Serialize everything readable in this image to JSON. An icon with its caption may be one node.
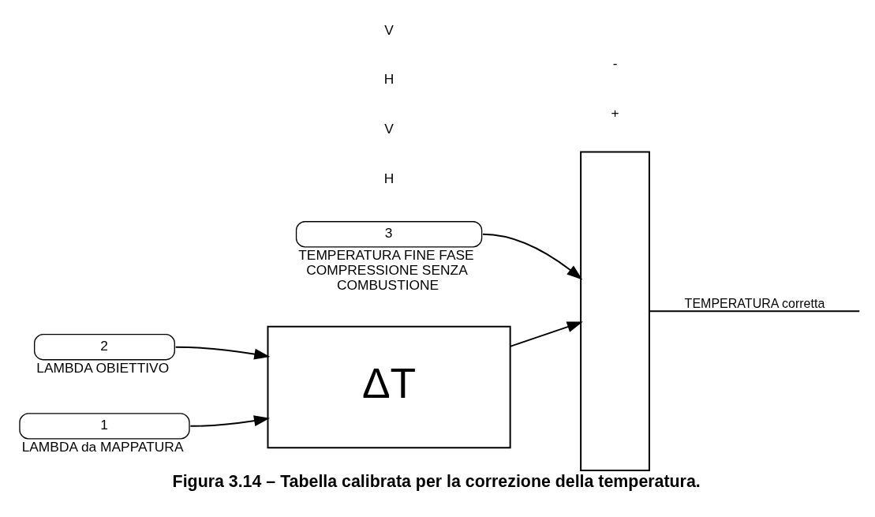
{
  "diagram": {
    "caption": "Figura 3.14 – Tabella calibrata per la correzione della temperatura.",
    "nodes": [
      {
        "text": [
          "3"
        ],
        "beside": [
          "TEMPERATURA FINE FASE COMPRESSIONE SENZA COMBUSTIONE"
        ]
      },
      {
        "text": [
          "2"
        ],
        "beside": [
          "LAMBDA OBIETTIVO"
        ]
      },
      {
        "text": [
          "1"
        ],
        "beside": [
          "LAMBDA da MAPPATURA"
        ]
      },
      {
        "text": [
          "ΔT"
        ]
      },
      {
        "text": [],
        "shape": "box"
      }
    ],
    "edges": [
      {
        "from": 0,
        "to": 4,
        "arrow": "to"
      },
      {
        "from": 1,
        "to": 3,
        "arrow": "to"
      },
      {
        "from": 2,
        "to": 3,
        "arrow": "to"
      },
      {
        "from": 3,
        "to": 4,
        "arrow": "to"
      },
      {
        "from": 4,
        "to": null,
        "arrow": "none",
        "label": "TEMPERATURA corretta"
      }
    ],
    "labels": [
      "+",
      "-",
      "H",
      "V",
      "H",
      "V"
    ]
  }
}
